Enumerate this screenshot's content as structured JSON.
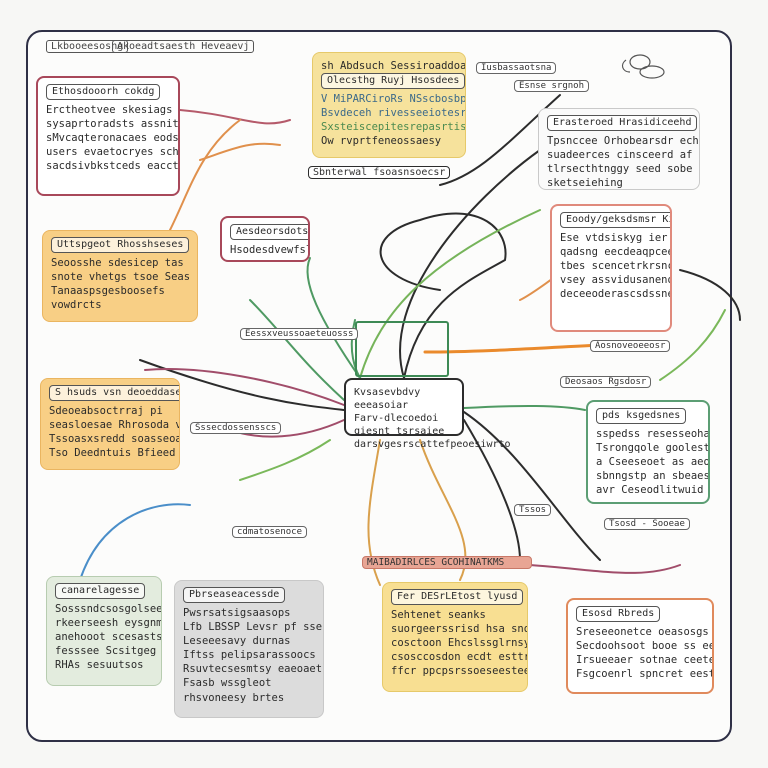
{
  "title_top_left": "Lkbooeesosng",
  "title_top_center": "Akoeadtsaesth Heveaevj",
  "central_node": {
    "lines": [
      "Kvsasevbdvy eeeasoiar",
      "Farv-dlecoedoi qiesnt tsrsaiee",
      "darsvgesrscattefpeoesiwrto"
    ]
  },
  "subtopic_label": "Sbnterwal fsoasnsoecsr",
  "bottom_banner": "MAIBADIRLCES GCOHINATKMS",
  "notes": {
    "top_left_red": {
      "header": "Ethosdooorh cokdg",
      "lines": [
        "Erctheotvee skesiags",
        "sysaprtoradsts assnitsb",
        "sMvcaqteronacaes eodsecieasg",
        "users evaetocryes scherosce I",
        "sacdsivbkstceds eacctood ad"
      ]
    },
    "top_yellow": {
      "header": "Olecsthg Ruyj Hsosdees",
      "lines": [
        "sh Abdsuch Sessiroaddoa",
        "V  MiPARCiroRs NSscbosbpd",
        "Bsvdeceh rivesseeiotesresdreafeace",
        "Sxsteiscepitesrepasrtisecrp f",
        "Ow rvprtfeneossaesy"
      ]
    },
    "top_right_grey": {
      "header": "Erasteroed Hrasidiceehd",
      "lines": [
        "Tpsnccee  Orhobearsdr echaoveses",
        "suadeerces  cinsceerd  af  aneooper",
        "tlrsecthtnggy  seed  sobe  fanyoe",
        "sketseiehing"
      ]
    },
    "left_orange": {
      "header": "Uttspgeot  Rhosshseses",
      "lines": [
        "Seoosshe sdesicep tas",
        "snote vhetgs tsoe Seas",
        "Tanaaspsgesboosefs",
        "vowdrcts"
      ]
    },
    "mid_red": {
      "header": "Aesdeorsdotsi",
      "lines": [
        "Hsodesdvewfsleosseeh"
      ]
    },
    "right_red": {
      "header": "Eoody/geksdsmsr Kidod",
      "lines": [
        "Ese vtdsiskyg ier Sie",
        "qadsng eecdeaqpceeneccoss",
        "tbes scencetrkrsncessing e",
        "vsey  assvidusanenoog",
        "deceeoderascsdssnesss"
      ]
    },
    "left_mid_orange": {
      "header": "S hsuds vsn deoeddaset",
      "lines": [
        "Sdeoeabsoctrraj   pi",
        "seasloesae Rhrosoda  ve",
        "Tssoasxsredd  soasseoaed",
        "Tso  Deedntuis  Bfieed"
      ]
    },
    "right_mid_green": {
      "header": "pds  ksgedsnes",
      "lines": [
        "sspedss  resesseohar",
        "Tsrongqole  goolestsdee",
        "a  Cseeseoet  as  aeostry",
        "sbnngstp  an  sbeaesvting",
        "avr  Ceseodlitwuid  Eeqrasy"
      ]
    },
    "bottom_left_green": {
      "header": "canarelagesse",
      "lines": [
        "Sosssndcsosgolsee",
        "rkeerseesh eysgnmoelj",
        "anehooot scesasts",
        "fesssee  Scsitgeg",
        "RHAs  sesuutsos"
      ]
    },
    "bottom_grey": {
      "header": "Pbrseaseacessde",
      "lines": [
        "Pwsrsatsigsaasops",
        "Lfb  LBSSP  Levsr pf  sseul",
        "Leseeesavy  durnas",
        "Iftss  pelipsarassoocs",
        "Rsuvtecsesmtsy  eaeoaeth",
        "Fsasb  wssgleot",
        "rhsvoneesy  brtes"
      ]
    },
    "bottom_yellow": {
      "header": "Fer  DESrLEtost  lyusd",
      "lines": [
        "Sehtenet  seanks",
        "suorgeerssrisd  hsa  snoyfe",
        "cosctoon  Ehcslssglrnsy  com",
        "csosccosdon  ecdt  esttrittin",
        "ffcr  ppcpsrssoeseestees"
      ]
    },
    "bottom_right_red": {
      "header": "Esosd  Rbreds",
      "lines": [
        "Sreseeonetce  oeasosgs",
        "Secdoohsoot  booe  ss  eeet",
        "Irsueeaer  sotnae  ceetesl",
        "Fsgcoenrl  spncret  eestessrhs"
      ]
    }
  },
  "tags": [
    "Iusbassaotsna",
    "Esnse srgnoh",
    "Aosnoveoeeosr",
    "Deosaos Rgsdosr",
    "Sssecdossensscs",
    "Eessxveussoaeteuosss",
    "Tsosd - Sooeae",
    "Tssos",
    "cdmatosenoce"
  ],
  "colors": {
    "border": "#2f3046",
    "red": "#b5475a",
    "yellow": "#f5dd8a",
    "orange": "#f3b863",
    "green": "#5c9e74",
    "grey": "#d8d8d8",
    "teal": "#3d8a79",
    "blue": "#4a8ec9"
  }
}
